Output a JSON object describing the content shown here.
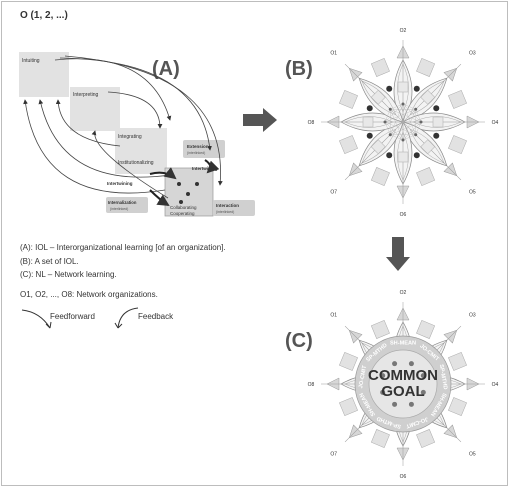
{
  "panel_a": {
    "set_title": "O (1, 2, ...)",
    "label": "(A)",
    "boxes": {
      "intuiting": "Intuiting",
      "interpreting": "Interpreting",
      "integrating": "Integrating",
      "institutionalizing": "Institutionalizing",
      "collaborating": "Collaborating",
      "cooperating": "Cooperating"
    },
    "side_boxes": {
      "extension_title": "Extension",
      "extension_sub": "(interlinked)",
      "internalization_title": "Internalization",
      "internalization_sub": "(interlinked)",
      "interaction_title": "Interaction",
      "interaction_sub": "(interlinked)"
    },
    "arrow_labels": {
      "intertwining_top": "Intertwining",
      "intertwining_left": "Intertwining"
    }
  },
  "panel_b": {
    "label": "(B)"
  },
  "panel_c": {
    "label": "(C)",
    "center_line1": "COMMON",
    "center_line2": "GOAL"
  },
  "node_labels": [
    "O1",
    "O2",
    "O3",
    "O4",
    "O5",
    "O6",
    "O7",
    "O8"
  ],
  "ring_labels": [
    "SH-MEAN",
    "JO-CMIT",
    "SP-MTHD",
    "SH-MEAN",
    "JO-CMIT",
    "SP-MTHD",
    "SH-MEAN",
    "JO-CMIT",
    "SP-MTHD"
  ],
  "legend": {
    "line_a": "(A): IOL – Interorganizational learning [of an organization].",
    "line_b": "(B): A set of IOL.",
    "line_c": "(C): NL – Network learning.",
    "line_o": "O1, O2, ..., O8: Network organizations.",
    "feedforward": "Feedforward",
    "feedback": "Feedback"
  }
}
